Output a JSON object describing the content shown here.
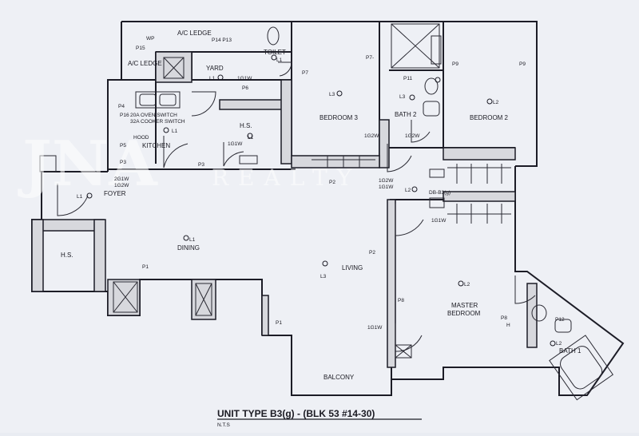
{
  "plan": {
    "title": "UNIT TYPE B3(g) - (BLK 53 #14-30)",
    "scale_note": "N.T.S",
    "watermark": "JNA",
    "watermark_sub": "REALTY"
  },
  "rooms": {
    "ac_ledge_top": "A/C LEDGE",
    "ac_ledge_left": "A/C LEDGE",
    "yard": "YARD",
    "toilet": "TOILET",
    "bedroom3": "BEDROOM 3",
    "bath2": "BATH 2",
    "bedroom2": "BEDROOM 2",
    "hs_kitchen": "H.S.",
    "kitchen": "KITCHEN",
    "foyer": "FOYER",
    "hs_main": "H.S.",
    "dining": "DINING",
    "living": "LIVING",
    "master_bedroom_1": "MASTER",
    "master_bedroom_2": "BEDROOM",
    "balcony": "BALCONY",
    "bath1": "BATH 1",
    "hood": "HOOD"
  },
  "labels": {
    "oven_switch": "20A OVEN SWITCH",
    "cooker_switch": "32A COOKER SWITCH",
    "db": "DB-B3(g)",
    "p15": "P15",
    "p14_13": "P14 P13",
    "p7a": "P7",
    "p7b": "P7-",
    "p9a": "P9",
    "p9b": "P9",
    "p11": "P11",
    "p4": "P4",
    "p16": "P16",
    "p3a": "P3",
    "p3b": "P3",
    "p5": "P5",
    "p6": "P6",
    "p2a": "P2",
    "p2b": "P2",
    "p1a": "P1",
    "p1b": "P1",
    "p8a": "P8",
    "p8b": "P8",
    "p12": "P12",
    "l1a": "L1",
    "l1b": "L1",
    "l1c": "L1",
    "l1d": "L1",
    "l1e": "L1",
    "l1f": "L1",
    "l2a": "L2",
    "l2b": "L2",
    "l2c": "L2",
    "l2d": "L2",
    "l3a": "L3",
    "l3b": "L3",
    "l3c": "L3",
    "g1w_a": "1G1W",
    "g1w_b": "1G1W",
    "g1w_c": "1G1W",
    "g1w_d": "1G1W",
    "g1w_e": "1G1W",
    "g2w_a": "1G2W",
    "g2w_b": "1G2W",
    "g2w_c": "1G2W",
    "g2w_d": "2G1W",
    "g2w_e": "1G2W",
    "wp": "WP",
    "h": "H"
  }
}
